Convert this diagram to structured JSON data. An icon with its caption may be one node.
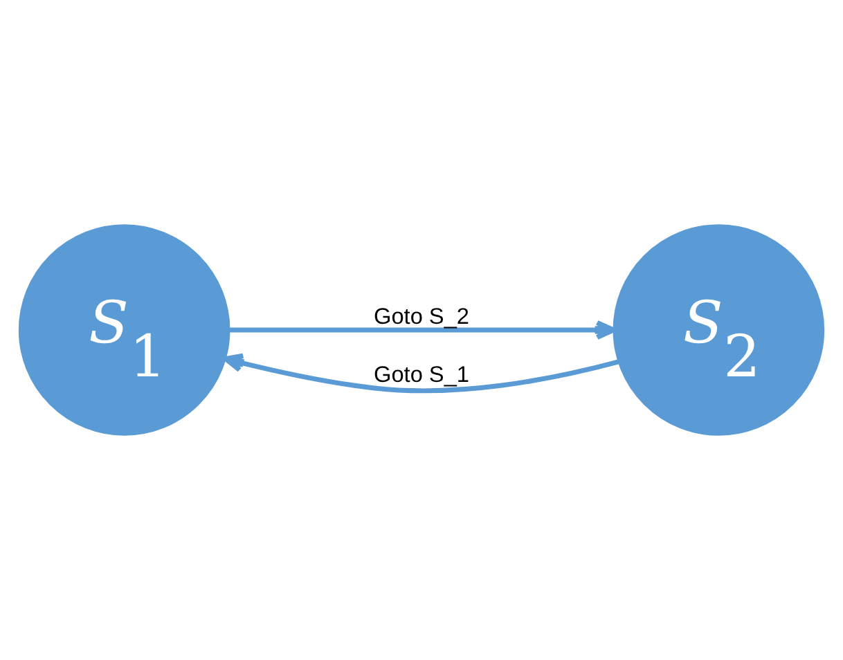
{
  "diagram": {
    "nodes": [
      {
        "text": [
          "S$_{1}$"
        ]
      },
      {
        "text": [
          "S$_{2}$"
        ]
      }
    ],
    "edges": [
      {
        "from": 0,
        "to": 1,
        "arrow": "to",
        "label": "Goto S_2"
      },
      {
        "from": 1,
        "to": 0,
        "arrow": "to",
        "label": "Goto S_1"
      }
    ]
  }
}
